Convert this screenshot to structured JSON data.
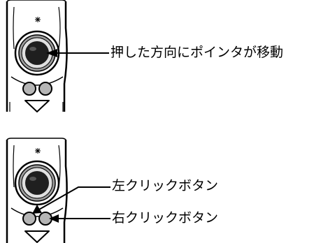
{
  "labels": {
    "move": "押した方向にポインタが移動",
    "left_click": "左クリックボタン",
    "right_click": "右クリックボタン"
  },
  "icons": {
    "top_remote": "remote-control-icon",
    "bottom_remote": "remote-control-icon",
    "indicator": "sun-icon"
  },
  "colors": {
    "stroke": "#000000",
    "body_fill": "#ffffff",
    "ring_outer": "#8a8a8a",
    "ring_light": "#e6e6e6",
    "stick": "#1f1f1f",
    "button_fill": "#b5b5b5"
  }
}
